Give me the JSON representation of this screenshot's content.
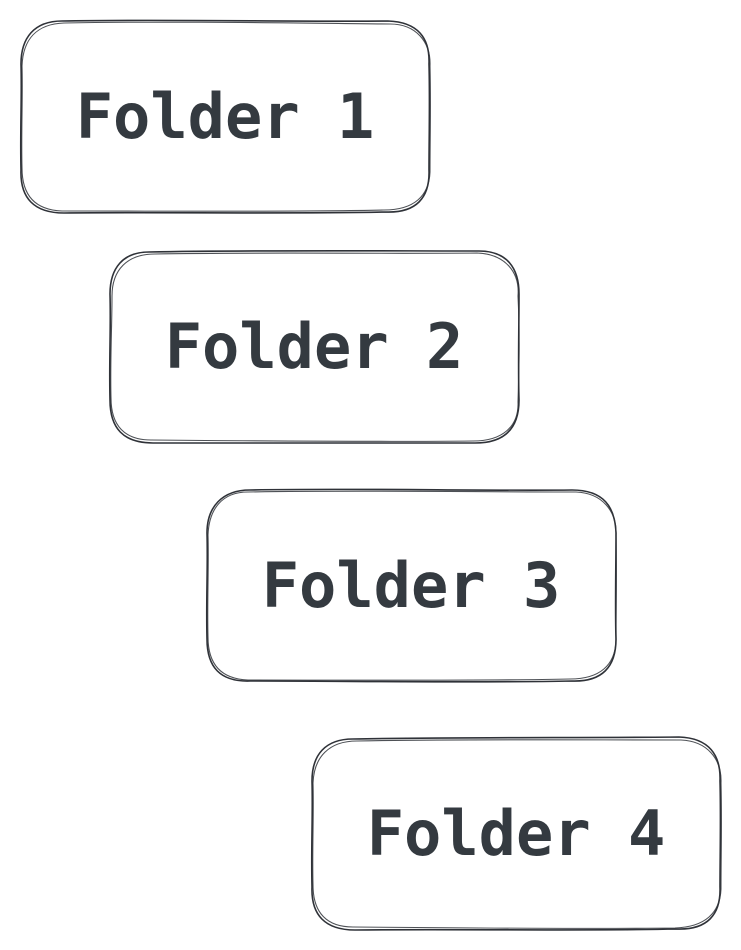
{
  "diagram": {
    "nodes": [
      {
        "id": "folder-1",
        "label": "Folder 1"
      },
      {
        "id": "folder-2",
        "label": "Folder 2"
      },
      {
        "id": "folder-3",
        "label": "Folder 3"
      },
      {
        "id": "folder-4",
        "label": "Folder 4"
      }
    ]
  },
  "colors": {
    "stroke": "#2f3238",
    "text": "#343a40",
    "background": "#ffffff"
  }
}
